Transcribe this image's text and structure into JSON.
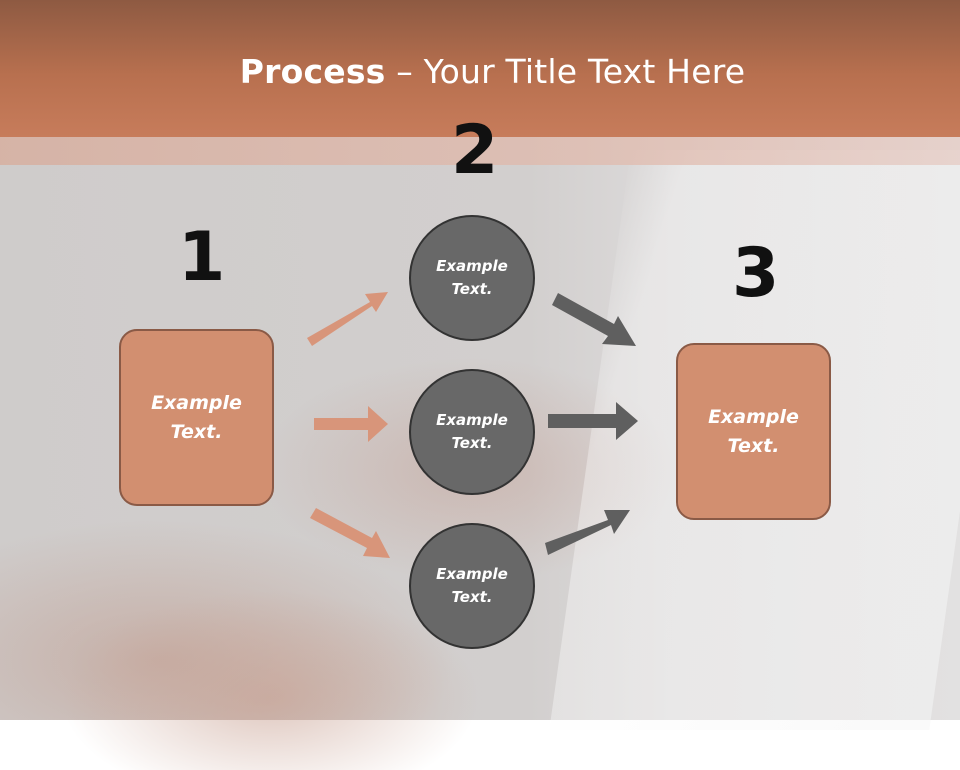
{
  "slide": {
    "title_bold": "Process",
    "title_rest": " – Your Title Text Here"
  },
  "steps": {
    "step1_number": "1",
    "step2_number": "2",
    "step3_number": "3"
  },
  "nodes": {
    "left_box": "Example\nText.",
    "circle_top": "Example\nText.",
    "circle_middle": "Example\nText.",
    "circle_bottom": "Example\nText.",
    "right_box": "Example\nText."
  },
  "colors": {
    "header": "#c77c5b",
    "box_fill": "#d28f70",
    "circle_fill": "#686868",
    "arrow_orange": "#d8957a",
    "arrow_gray": "#5f5f5f"
  }
}
